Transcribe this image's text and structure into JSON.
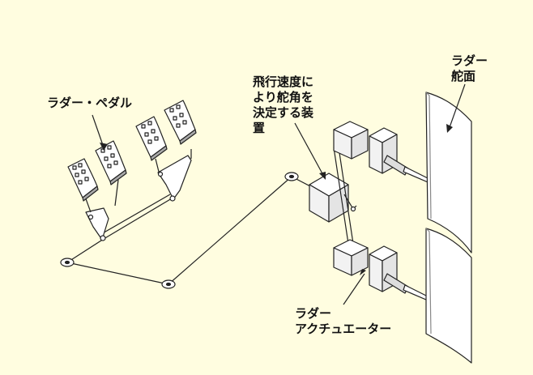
{
  "labels": {
    "rudder_pedal": "ラダー・ペダル",
    "rudder_surface": [
      "ラダー",
      "舵面"
    ],
    "speed_device": [
      "飛行速度に",
      "より舵角を",
      "決定する装",
      "置"
    ],
    "rudder_actuator": [
      "ラダー",
      "アクチュエーター"
    ]
  },
  "colors": {
    "background": "#fffde0",
    "line": "#222222",
    "fill": "#ffffff",
    "shade": "#dcdcdc"
  }
}
